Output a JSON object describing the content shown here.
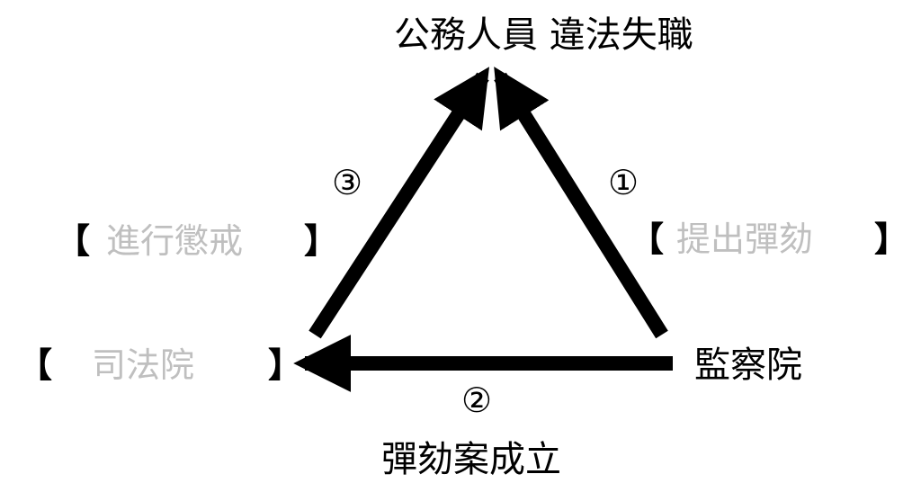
{
  "nodes": {
    "public_official": "公務人員  違法失職",
    "control_yuan": "監察院",
    "judicial_yuan": "司法院"
  },
  "steps": {
    "step1": {
      "number": "①",
      "action": "提出彈劾"
    },
    "step2": {
      "number": "②",
      "action": "彈劾案成立"
    },
    "step3": {
      "number": "③",
      "action": "進行懲戒"
    }
  },
  "brackets": {
    "open": "【",
    "close": "】"
  },
  "colors": {
    "arrow": "#000000",
    "text": "#000000",
    "placeholder_text": "#bfbfbf",
    "background": "#ffffff"
  }
}
